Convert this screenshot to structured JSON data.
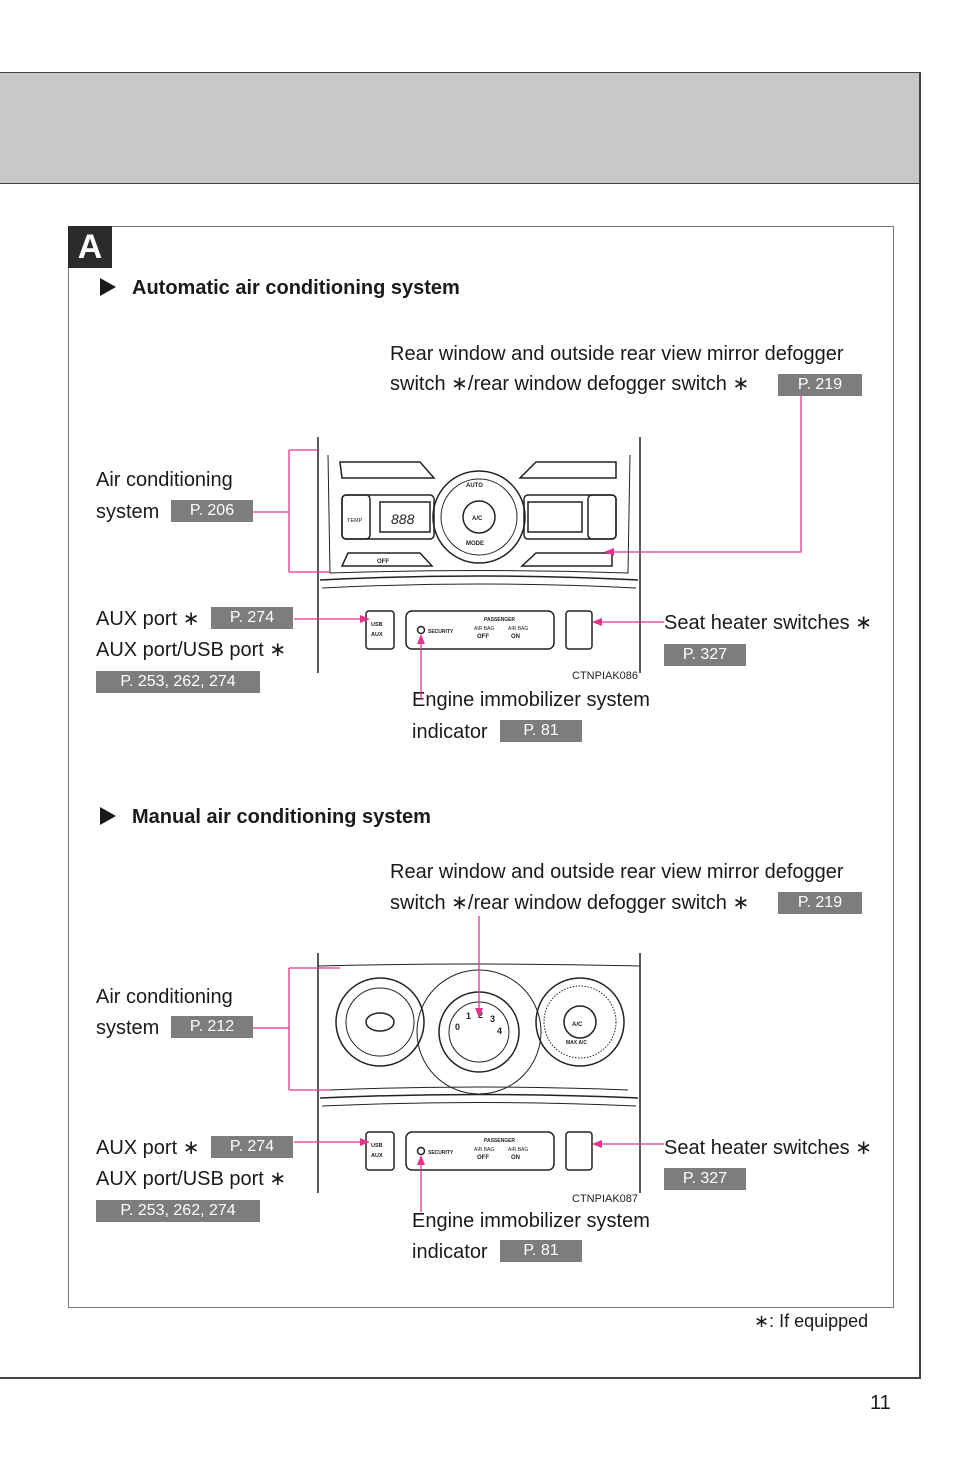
{
  "section_tag": "A",
  "asterisk": "∗",
  "auto": {
    "heading": "Automatic air conditioning system",
    "rear_defogger_line1": "Rear window and outside rear view mirror defogger",
    "rear_defogger_line2": "switch ∗/rear window defogger switch ∗",
    "rear_defogger_page": "P. 219",
    "ac_line1": "Air conditioning",
    "ac_line2": "system",
    "ac_page": "P. 206",
    "aux_line1": "AUX port ∗",
    "aux_page": "P. 274",
    "aux_usb_line": "AUX port/USB port ∗",
    "aux_usb_pages": "P. 253, 262, 274",
    "seat_heater": "Seat heater switches ∗",
    "seat_heater_page": "P. 327",
    "immobilizer_line1": "Engine immobilizer system",
    "immobilizer_line2": "indicator",
    "immobilizer_page": "P. 81",
    "image_code": "CTNPIAK086",
    "panel": {
      "temp": "TEMP",
      "display": "888",
      "auto": "AUTO",
      "ac": "A/C",
      "mode": "MODE",
      "off": "OFF",
      "usb": "USB",
      "aux": "AUX",
      "passenger": "PASSENGER",
      "security": "SECURITY",
      "airbag1": "AIR BAG",
      "airbag2": "AIR BAG",
      "off_label": "OFF",
      "on_label": "ON"
    }
  },
  "manual": {
    "heading": "Manual air conditioning system",
    "rear_defogger_line1": "Rear window and outside rear view mirror defogger",
    "rear_defogger_line2": "switch ∗/rear window defogger switch ∗",
    "rear_defogger_page": "P. 219",
    "ac_line1": "Air conditioning",
    "ac_line2": "system",
    "ac_page": "P. 212",
    "aux_line1": "AUX port ∗",
    "aux_page": "P. 274",
    "aux_usb_line": "AUX port/USB port ∗",
    "aux_usb_pages": "P. 253, 262, 274",
    "seat_heater": "Seat heater switches ∗",
    "seat_heater_page": "P. 327",
    "immobilizer_line1": "Engine immobilizer system",
    "immobilizer_line2": "indicator",
    "immobilizer_page": "P. 81",
    "image_code": "CTNPIAK087",
    "panel": {
      "fan0": "0",
      "fan1": "1",
      "fan2": "2",
      "fan3": "3",
      "fan4": "4",
      "ac": "A/C",
      "max_ac": "MAX A/C",
      "usb": "USB",
      "aux": "AUX",
      "passenger": "PASSENGER",
      "security": "SECURITY",
      "airbag1": "AIR BAG",
      "airbag2": "AIR BAG",
      "off_label": "OFF",
      "on_label": "ON"
    }
  },
  "footnote": "∗: If equipped",
  "page_number": "11",
  "colors": {
    "callout": "#e6338c",
    "pill": "#7d7d7d",
    "header_band": "#c8c8c8"
  }
}
